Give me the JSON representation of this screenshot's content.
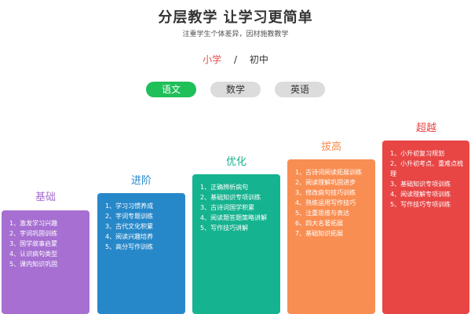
{
  "header": {
    "title": "分层教学 让学习更简单",
    "subtitle": "注重学生个体差异，因材施教教学"
  },
  "levels": {
    "primary": "小学",
    "separator": "/",
    "junior": "初中"
  },
  "tabs": [
    {
      "label": "语文",
      "active": true
    },
    {
      "label": "数学",
      "active": false
    },
    {
      "label": "英语",
      "active": false
    }
  ],
  "stages": [
    {
      "name": "基础",
      "color": "#a66fd1",
      "items": [
        "1、激发学习兴趣",
        "2、字词巩固训练",
        "3、国学故事启蒙",
        "4、认识病句类型",
        "5、课内知识巩固"
      ]
    },
    {
      "name": "进阶",
      "color": "#2788c9",
      "items": [
        "1、学习习惯养成",
        "2、字词专题训练",
        "3、古代文化积累",
        "4、阅读兴趣培养",
        "5、高分写作训练"
      ]
    },
    {
      "name": "优化",
      "color": "#16b390",
      "items": [
        "1、正确辨析病句",
        "2、基础知识专项训练",
        "3、古诗词国学积累",
        "4、阅读题答题策略讲解",
        "5、写作技巧讲解"
      ]
    },
    {
      "name": "拔高",
      "color": "#f98e52",
      "items": [
        "1、古诗词阅读拓展训练",
        "2、阅读理解巩固进步",
        "3、修改病句技巧训练",
        "4、熟练运用写作技巧",
        "5、注重思维与表达",
        "6、四大名著拓展",
        "7、基础知识拓展"
      ]
    },
    {
      "name": "超越",
      "color": "#e84545",
      "items": [
        "1、小升初复习规划",
        "2、小升初考点、重难点梳理",
        "3、基础知识专项训练",
        "4、阅读理解专项训练",
        "5、写作技巧专项训练"
      ]
    }
  ]
}
